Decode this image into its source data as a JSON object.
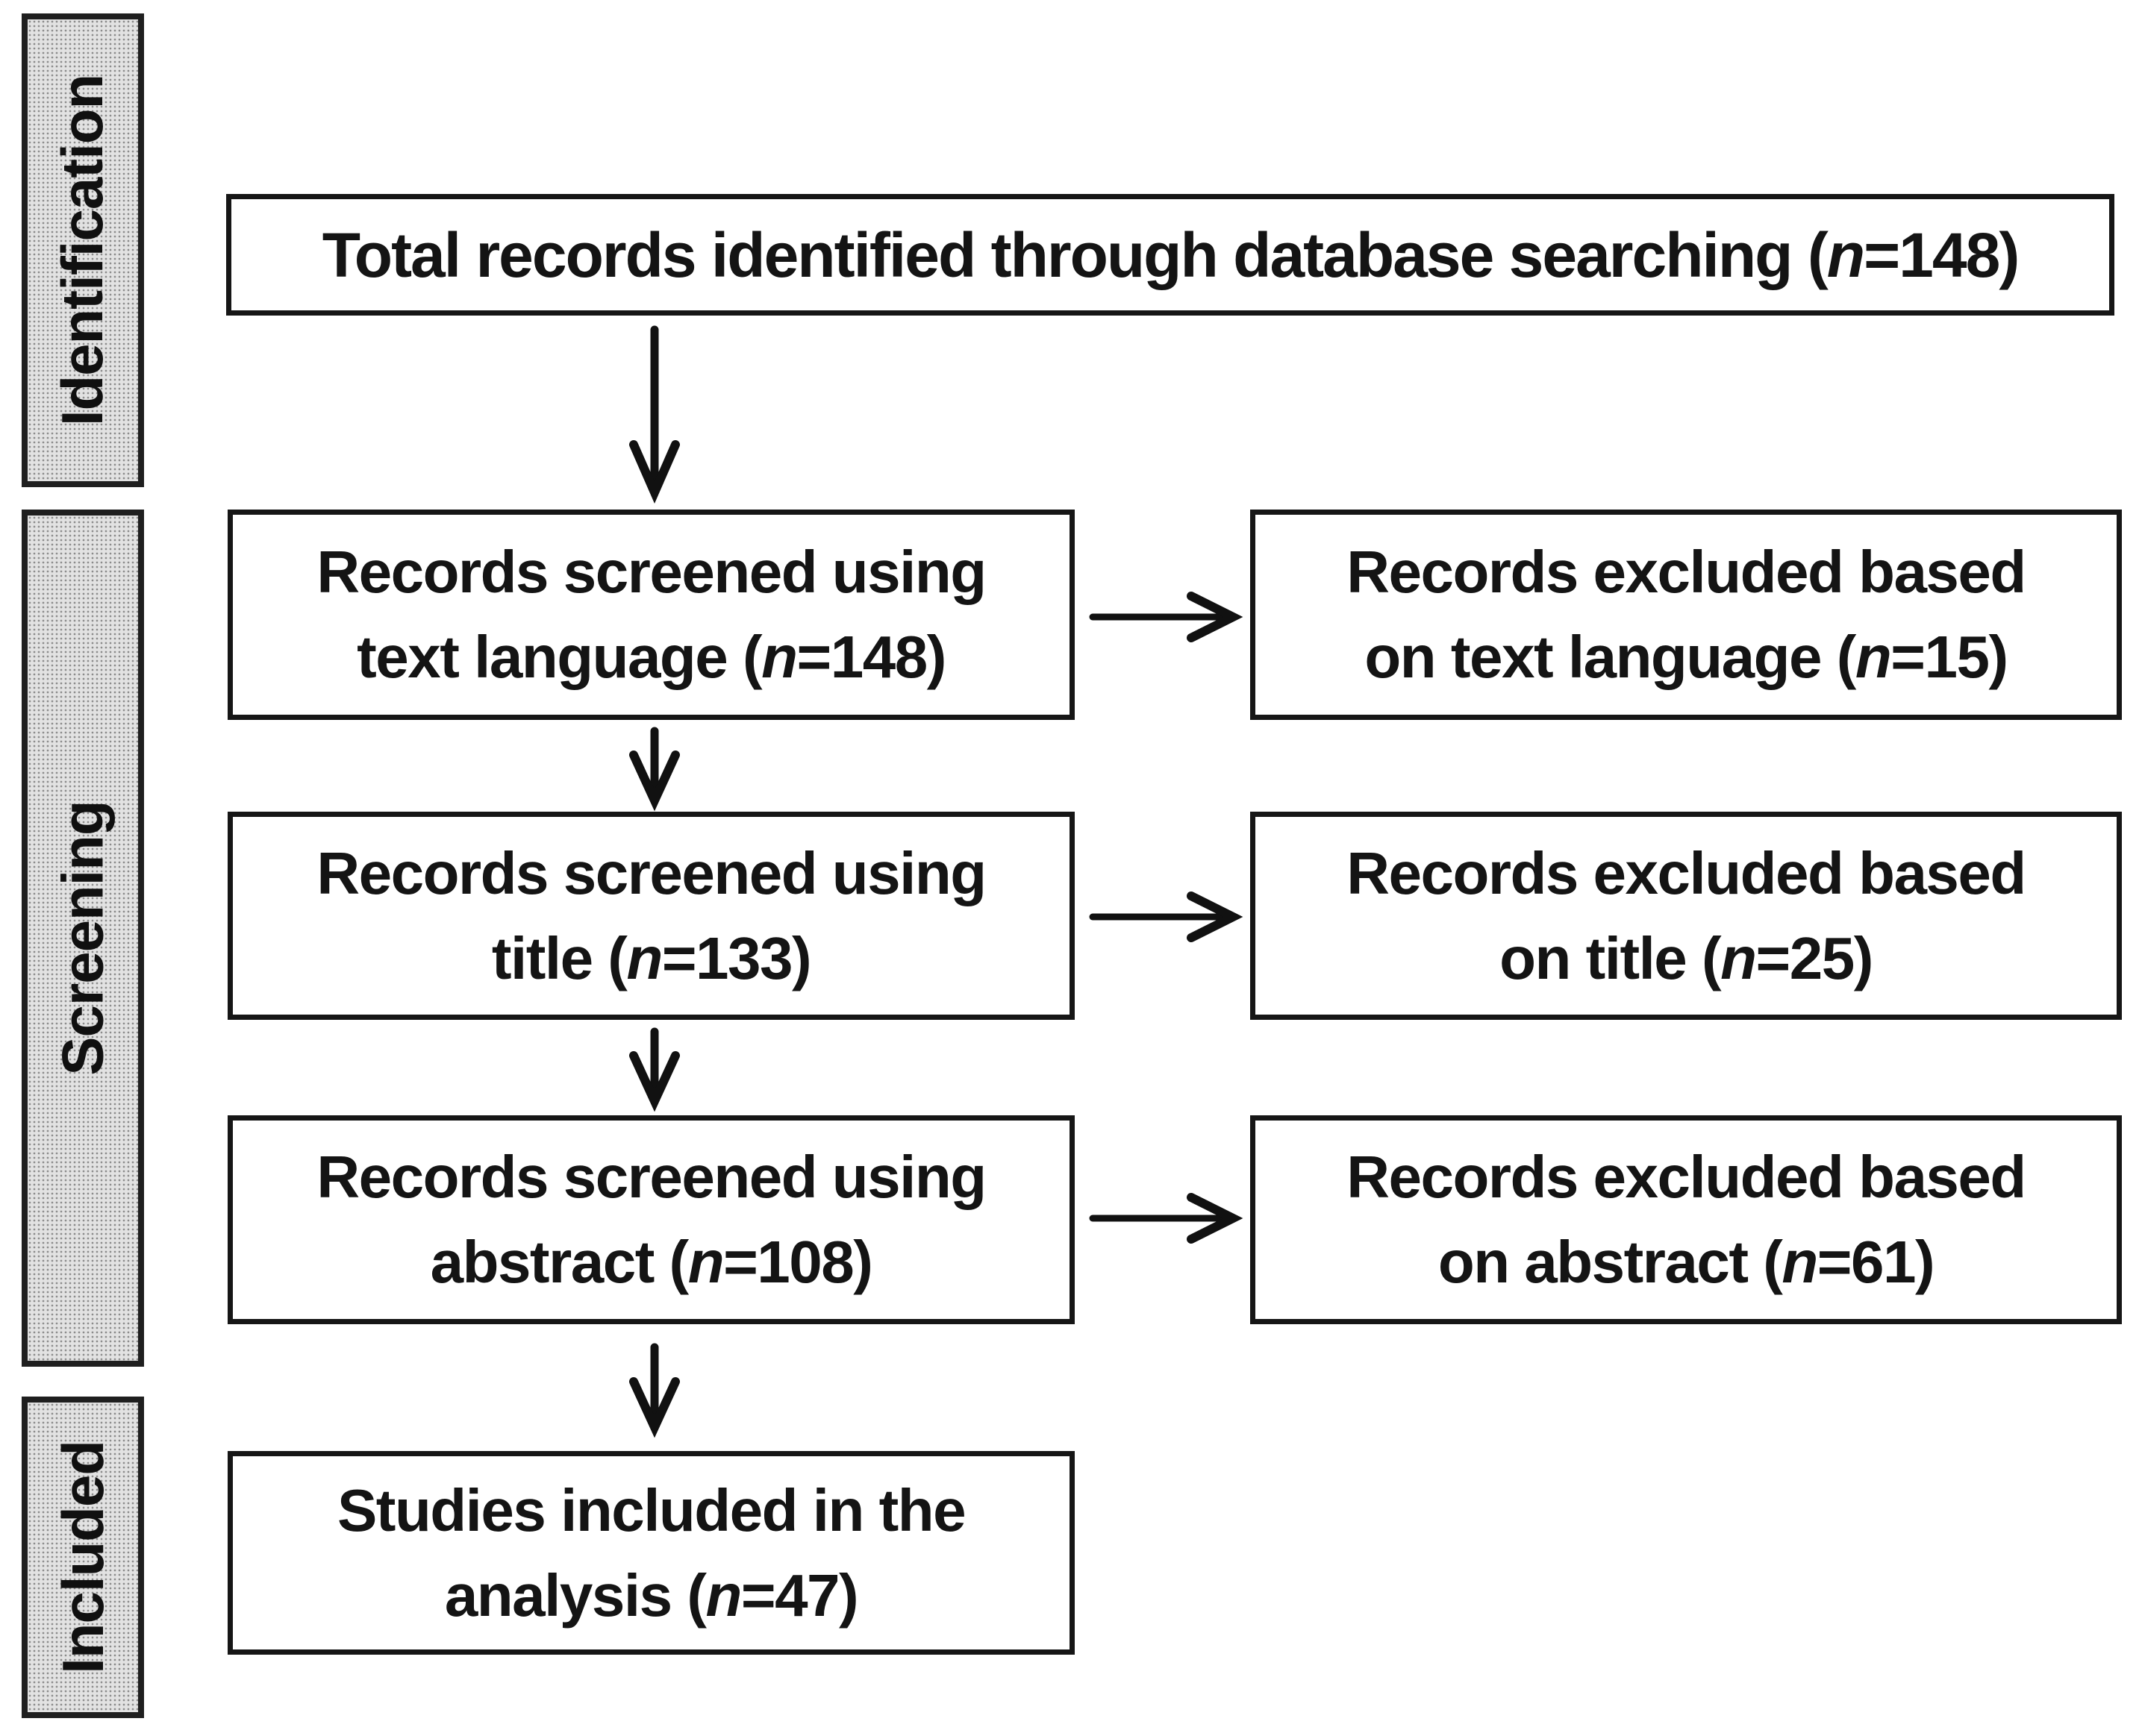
{
  "diagram_type": "prisma-flowchart",
  "colors": {
    "background": "#ffffff",
    "box_border": "#161616",
    "text": "#141414",
    "stage_fill": "#e2e2e2",
    "stage_border": "#1f1f1f",
    "arrow": "#111111"
  },
  "sidebar": {
    "stages": [
      {
        "label": "Identification"
      },
      {
        "label": "Screening"
      },
      {
        "label": "Included"
      }
    ]
  },
  "flow": {
    "boxes": [
      {
        "id": "total-records",
        "line1": "",
        "line2_pre": "Total records identified through database searching (",
        "n_label": "n",
        "line2_post": "=148)"
      },
      {
        "id": "screened-text-language",
        "line1": "Records screened using",
        "line2_pre": "text language (",
        "n_label": "n",
        "line2_post": "=148)"
      },
      {
        "id": "excluded-text-language",
        "line1": "Records excluded based",
        "line2_pre": "on text language (",
        "n_label": "n",
        "line2_post": "=15)"
      },
      {
        "id": "screened-title",
        "line1": "Records screened using",
        "line2_pre": "title (",
        "n_label": "n",
        "line2_post": "=133)"
      },
      {
        "id": "excluded-title",
        "line1": "Records excluded based",
        "line2_pre": "on title (",
        "n_label": "n",
        "line2_post": "=25)"
      },
      {
        "id": "screened-abstract",
        "line1": "Records screened using",
        "line2_pre": "abstract (",
        "n_label": "n",
        "line2_post": "=108)"
      },
      {
        "id": "excluded-abstract",
        "line1": "Records excluded based",
        "line2_pre": "on abstract (",
        "n_label": "n",
        "line2_post": "=61)"
      },
      {
        "id": "included-analysis",
        "line1": "Studies included in the",
        "line2_pre": "analysis (",
        "n_label": "n",
        "line2_post": "=47)"
      }
    ],
    "counts": {
      "identified": 148,
      "screened_text_language": 148,
      "excluded_text_language": 15,
      "screened_title": 133,
      "excluded_title": 25,
      "screened_abstract": 108,
      "excluded_abstract": 61,
      "included_in_analysis": 47
    }
  }
}
